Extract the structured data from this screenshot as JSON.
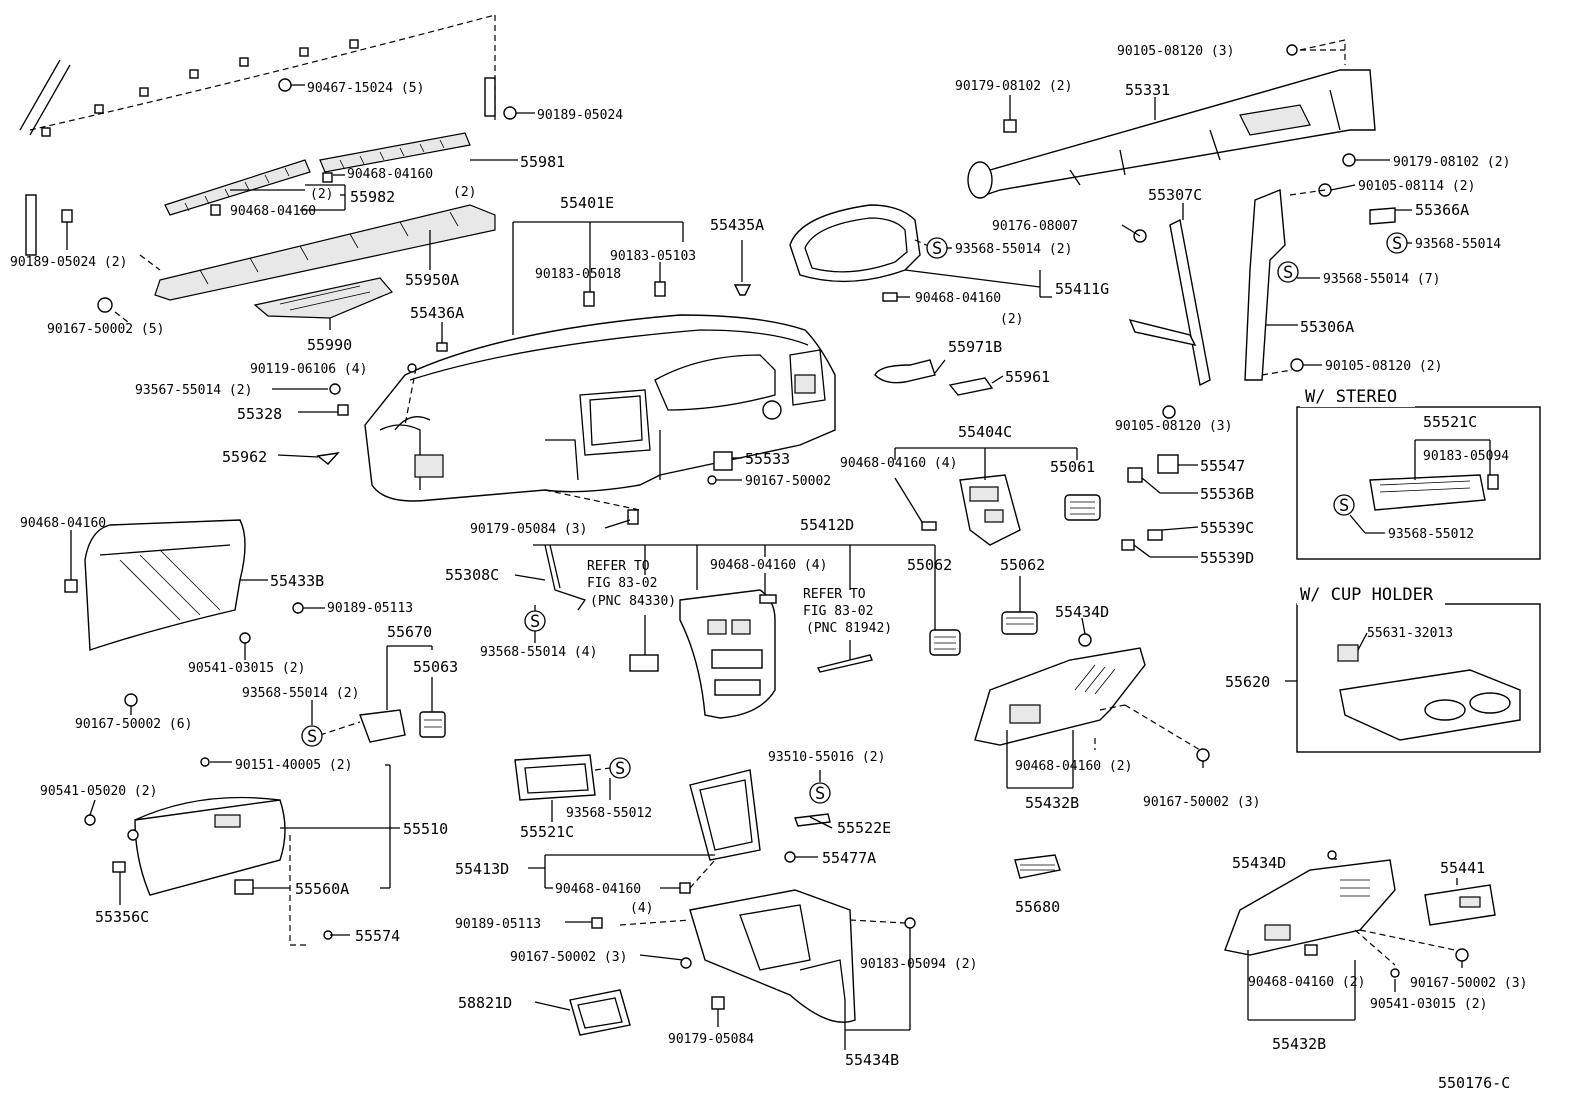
{
  "diagram_code": "550176-C",
  "insets": {
    "stereo_title": "W/ STEREO",
    "cup_title": "W/ CUP HOLDER"
  },
  "refs": {
    "ref1": [
      "REFER TO",
      "FIG 83-02",
      "(PNC 84330)"
    ],
    "ref2": [
      "REFER TO",
      "FIG 83-02",
      "(PNC 81942)"
    ]
  },
  "s_symbol": "S",
  "labels": {
    "l_90467_15024": "90467-15024 (5)",
    "l_90189_05024": "90189-05024",
    "l_55981": "55981",
    "l_90468_04160_top": "90468-04160",
    "l_55982_2": "(2)",
    "l_55982": "55982",
    "l_90468_04160_b": "90468-04160",
    "l_55950A_2": "(2)",
    "l_90189_05024_2": "90189-05024 (2)",
    "l_55950A": "55950A",
    "l_90167_50002_5": "90167-50002 (5)",
    "l_55990": "55990",
    "l_55401E": "55401E",
    "l_90183_05103": "90183-05103",
    "l_90183_05018": "90183-05018",
    "l_55435A": "55435A",
    "l_55436A": "55436A",
    "l_90119_06106": "90119-06106 (4)",
    "l_93567_55014": "93567-55014 (2)",
    "l_55328": "55328",
    "l_55962": "55962",
    "l_55533": "55533",
    "l_90167_50002": "90167-50002",
    "l_90179_05084_3": "90179-05084 (3)",
    "l_90105_08120_3a": "90105-08120 (3)",
    "l_90179_08102_2a": "90179-08102 (2)",
    "l_55331": "55331",
    "l_90179_08102_2b": "90179-08102 (2)",
    "l_90105_08114": "90105-08114 (2)",
    "l_55366A": "55366A",
    "l_93568_55014_a": "93568-55014",
    "l_55307C": "55307C",
    "l_90176_08007": "90176-08007",
    "l_93568_55014_2a": "93568-55014 (2)",
    "l_93568_55014_7": "93568-55014 (7)",
    "l_90468_04160_g": "90468-04160",
    "l_55411G": "55411G",
    "l_55411G_2": "(2)",
    "l_55306A": "55306A",
    "l_55971B": "55971B",
    "l_55961": "55961",
    "l_90105_08120_2": "90105-08120 (2)",
    "l_90105_08120_3b": "90105-08120 (3)",
    "l_55521C_top": "55521C",
    "l_90183_05094": "90183-05094",
    "l_93568_55012_top": "93568-55012",
    "l_55404C": "55404C",
    "l_90468_04160_4a": "90468-04160 (4)",
    "l_55061": "55061",
    "l_55547": "55547",
    "l_55536B": "55536B",
    "l_55539C": "55539C",
    "l_55539D": "55539D",
    "l_90468_04160_l": "90468-04160",
    "l_55433B": "55433B",
    "l_90189_05113": "90189-05113",
    "l_90541_03015_2": "90541-03015 (2)",
    "l_90167_50002_6": "90167-50002 (6)",
    "l_55412D": "55412D",
    "l_55308C": "55308C",
    "l_90468_04160_4b": "90468-04160 (4)",
    "l_55062a": "55062",
    "l_55062b": "55062",
    "l_93568_55014_4": "93568-55014 (4)",
    "l_55670": "55670",
    "l_55063": "55063",
    "l_93568_55014_2b": "93568-55014 (2)",
    "l_55434D": "55434D",
    "l_55631_32013": "55631-32013",
    "l_55620": "55620",
    "l_90151_40005": "90151-40005 (2)",
    "l_90541_05020": "90541-05020 (2)",
    "l_55510": "55510",
    "l_55356C": "55356C",
    "l_55560A": "55560A",
    "l_55574": "55574",
    "l_55521C_mid": "55521C",
    "l_93568_55012_mid": "93568-55012",
    "l_93510_55016": "93510-55016 (2)",
    "l_55522E": "55522E",
    "l_55477A": "55477A",
    "l_55413D": "55413D",
    "l_90468_04160_413": "90468-04160",
    "l_55413D_4": "(4)",
    "l_90189_05113_b": "90189-05113",
    "l_90167_50002_3a": "90167-50002 (3)",
    "l_90183_05094_2": "90183-05094 (2)",
    "l_58821D": "58821D",
    "l_90179_05084": "90179-05084",
    "l_55434B": "55434B",
    "l_90468_04160_2a": "90468-04160 (2)",
    "l_55432B_a": "55432B",
    "l_90167_50002_3b": "90167-50002 (3)",
    "l_55680": "55680",
    "l_55434D_b": "55434D",
    "l_55441": "55441",
    "l_90468_04160_2b": "90468-04160 (2)",
    "l_90167_50002_3c": "90167-50002 (3)",
    "l_90541_03015_2b": "90541-03015 (2)",
    "l_55432B_b": "55432B"
  }
}
